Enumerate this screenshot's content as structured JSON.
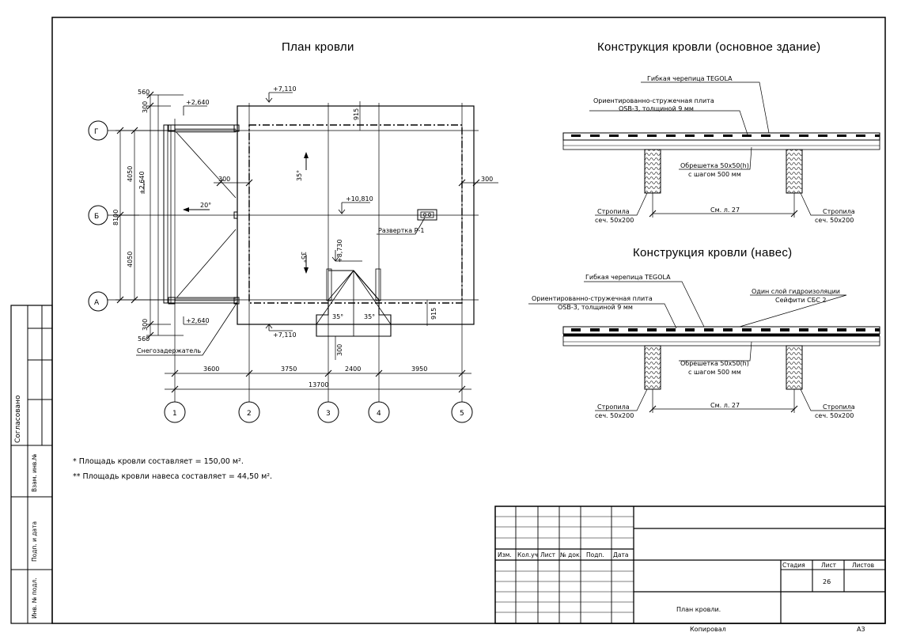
{
  "titles": {
    "plan": "План кровли",
    "main_construction": "Конструкция кровли (основное здание)",
    "canopy_construction": "Конструкция кровли (навес)"
  },
  "plan": {
    "axes_rows": [
      "Г",
      "Б",
      "А"
    ],
    "axes_cols": [
      "1",
      "2",
      "3",
      "4",
      "5"
    ],
    "dims_bottom": [
      "3600",
      "3750",
      "2400",
      "3950"
    ],
    "dim_total": "13700",
    "dims_left_outer": "8100",
    "dims_left_upper": "4050",
    "dims_left_lower": "4050",
    "dim_top_560": "560",
    "dim_top_300": "300",
    "dim_bot_300": "300",
    "dim_bot_560": "560",
    "dim_300_left": "300",
    "dim_300_right": "300",
    "dim_915_top": "915",
    "dim_915_bot": "915",
    "dim_300_porch": "300",
    "level_top": "+7,110",
    "level_bottom": "+7,110",
    "level_ridge": "+10,810",
    "level_porch": "+8,730",
    "level_canopy_top": "+2,640",
    "level_canopy_mid": "+2,640",
    "level_canopy_bot": "+2,640",
    "slope_canopy": "20°",
    "slope_upper": "35°",
    "slope_lower": "35°",
    "slope_porch_l": "35°",
    "slope_porch_r": "35°",
    "callout_razvertka": "Развертка Р-1",
    "callout_snow": "Снегозадержатель"
  },
  "section_main": {
    "shingle": "Гибкая черепица TEGOLA",
    "osb_l1": "Ориентированно-стружечная плита",
    "osb_l2": "OSB-3, толщиной 9 мм",
    "lath_l1": "Обрешетка 50х50(h)",
    "lath_l2": "с шагом 500 мм",
    "rafter_l_l1": "Стропила",
    "rafter_l_l2": "сеч. 50х200",
    "rafter_r_l1": "Стропила",
    "rafter_r_l2": "сеч. 50х200",
    "ref": "См. л. 27"
  },
  "section_canopy": {
    "shingle": "Гибкая черепица TEGOLA",
    "osb_l1": "Ориентированно-стружечная плита",
    "osb_l2": "OSB-3, толщиной 9 мм",
    "waterproof_l1": "Один слой гидроизоляции",
    "waterproof_l2": "Сейфити СБС 2",
    "lath_l1": "Обрешетка 50х50(h)",
    "lath_l2": "с шагом 500 мм",
    "rafter_l_l1": "Стропила",
    "rafter_l_l2": "сеч. 50х200",
    "rafter_r_l1": "Стропила",
    "rafter_r_l2": "сеч. 50х200",
    "ref": "См. л. 27"
  },
  "notes": {
    "note1": "* Площадь кровли составляет = 150,00 м².",
    "note2": "** Площадь кровли навеса составляет = 44,50 м²."
  },
  "side_stamp": {
    "agreed": "Согласовано",
    "vzam": "Взам. инв.№",
    "podp": "Подп. и дата",
    "inv": "Инв. № подл."
  },
  "title_block": {
    "izm": "Изм.",
    "kol": "Кол.уч",
    "list": "Лист",
    "ndok": "№ док.",
    "podp": "Подп.",
    "data": "Дата",
    "stadiya": "Стадия",
    "list_h": "Лист",
    "listov_h": "Листов",
    "sheet_no": "26",
    "sheet_name": "План кровли.",
    "copied": "Копировал",
    "format": "А3"
  }
}
